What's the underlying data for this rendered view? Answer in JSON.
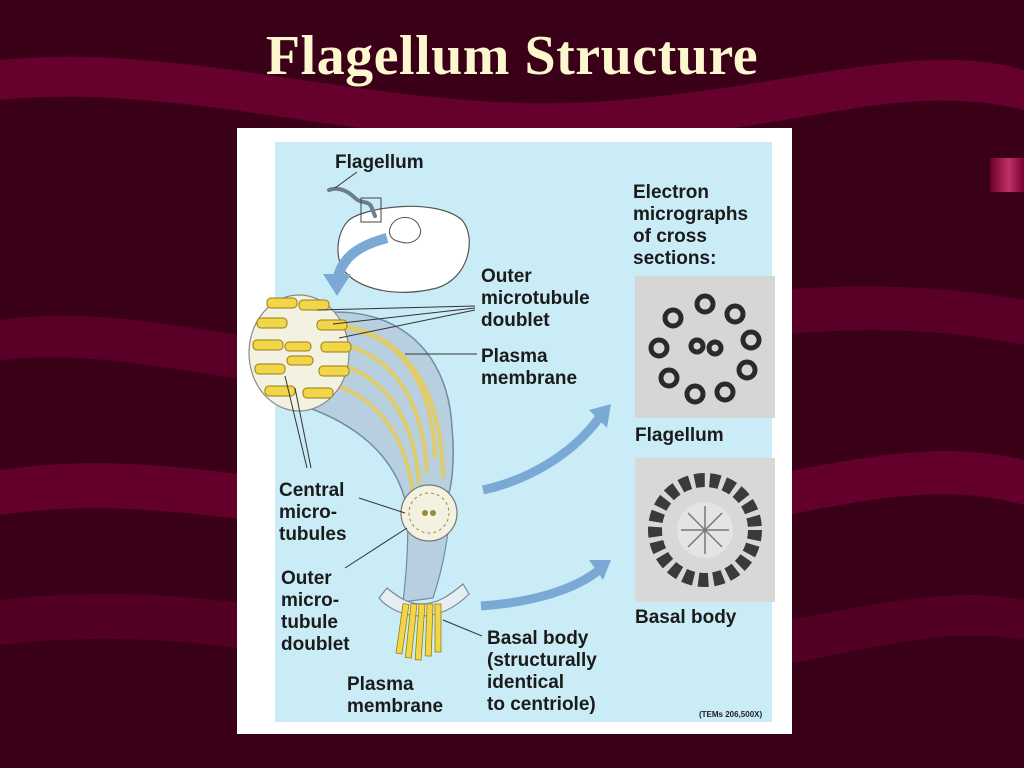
{
  "slide": {
    "title": "Flagellum Structure"
  },
  "colors": {
    "background": "#3a0018",
    "band": "#6b0030",
    "title": "#fdf7cf",
    "panel": "#c9ecf6",
    "tubule_yellow": "#f2d64a",
    "arrow_blue": "#7aa9d6"
  },
  "labels": {
    "flagellum_top": "Flagellum",
    "electron": "Electron\nmicrographs\nof cross\nsections:",
    "outer_doublet_top": "Outer\nmicrotubule\ndoublet",
    "plasma_top": "Plasma\nmembrane",
    "flagellum_micro": "Flagellum",
    "central": "Central\nmicro-\ntubules",
    "outer_doublet_bottom": "Outer\nmicro-\ntubule\ndoublet",
    "basal_micro": "Basal body",
    "basal_desc": "Basal body\n(structurally\nidentical\nto centriole)",
    "plasma_bottom": "Plasma\nmembrane",
    "tem": "(TEMs 206,500X)"
  }
}
